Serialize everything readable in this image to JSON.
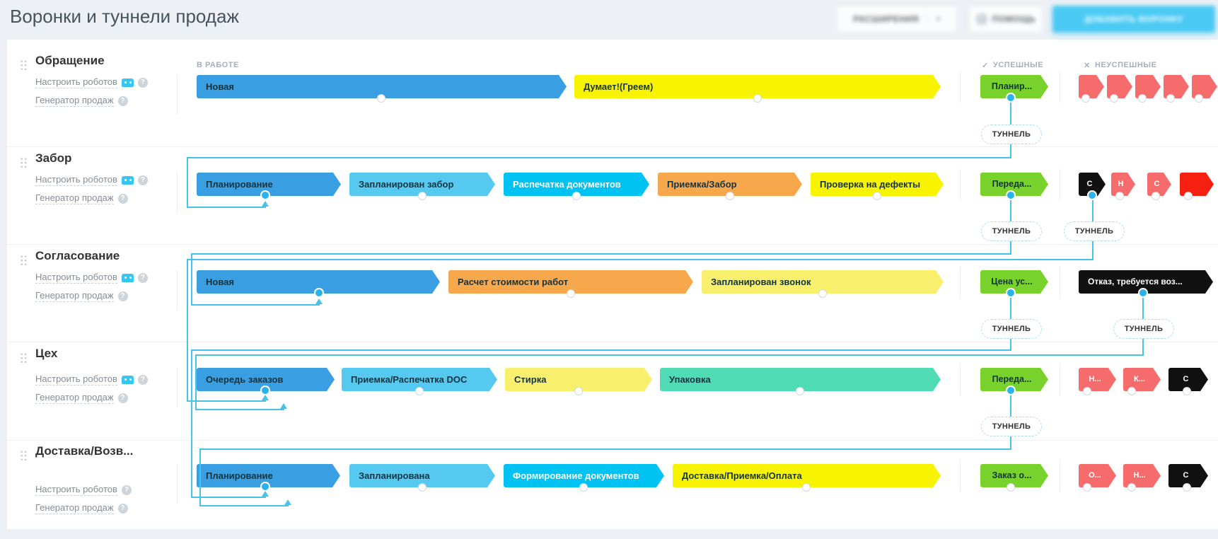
{
  "header": {
    "title": "Воронки и туннели продаж",
    "actions": [
      {
        "label": "Расширения",
        "blurred": true
      },
      {
        "label": "Помощь",
        "blurred": true
      },
      {
        "label": "Добавить воронку",
        "blurred": true
      }
    ]
  },
  "icons": {
    "check": "✓",
    "cross": "✕",
    "help": "?",
    "caret": "▾"
  },
  "columns": {
    "in_progress": "В РАБОТЕ",
    "successful": "УСПЕШНЫЕ",
    "unsuccessful": "НЕУСПЕШНЫЕ"
  },
  "tunnel_label": "ТУННЕЛЬ",
  "colors": {
    "tunnel_line": "#47c3eb",
    "tunnel_dot": "#29b2eb",
    "success_green": "#79d22b",
    "fail_red": "#f66b6b",
    "fail_red_bright": "#f5200f",
    "fail_black": "#111111",
    "stage_blue": "#3a9fe2",
    "stage_light_blue": "#55c9f0",
    "stage_cyan": "#00c3f3",
    "stage_orange": "#f7a84d",
    "stage_yellow": "#f8f400",
    "stage_pale_yellow": "#f8ef6d",
    "stage_mint": "#4fdcb4",
    "primary_button": "#49c9f3"
  },
  "funnels": [
    {
      "title": "Обращение",
      "robots_label": "Настроить роботов",
      "generator_label": "Генератор продаж",
      "has_robot_icon": true,
      "stages": [
        {
          "label": "Новая",
          "color": "#3a9fe2"
        },
        {
          "label": "Думает!(Греем)",
          "color": "#f8f400"
        }
      ],
      "success": {
        "label": "Планир...",
        "color": "#79d22b",
        "tunnel": true
      },
      "fail": [
        {
          "label": "",
          "color": "#f66b6b"
        },
        {
          "label": "",
          "color": "#f66b6b"
        },
        {
          "label": "",
          "color": "#f66b6b"
        },
        {
          "label": "",
          "color": "#f66b6b"
        },
        {
          "label": "",
          "color": "#f66b6b"
        }
      ]
    },
    {
      "title": "Забор",
      "robots_label": "Настроить роботов",
      "generator_label": "Генератор продаж",
      "has_robot_icon": true,
      "stages": [
        {
          "label": "Планирование",
          "color": "#3a9fe2"
        },
        {
          "label": "Запланирован забор",
          "color": "#55c9f0"
        },
        {
          "label": "Распечатка документов",
          "color": "#00c3f3"
        },
        {
          "label": "Приемка/Забор",
          "color": "#f7a84d"
        },
        {
          "label": "Проверка на дефекты",
          "color": "#f8f400"
        }
      ],
      "success": {
        "label": "Переда...",
        "color": "#79d22b",
        "tunnel": true
      },
      "fail": [
        {
          "label": "С",
          "color": "#111111",
          "tunnel": true
        },
        {
          "label": "Н",
          "color": "#f66b6b"
        },
        {
          "label": "С",
          "color": "#f66b6b"
        },
        {
          "label": "",
          "color": "#f5200f"
        }
      ]
    },
    {
      "title": "Согласование",
      "robots_label": "Настроить роботов",
      "generator_label": "Генератор продаж",
      "has_robot_icon": true,
      "stages": [
        {
          "label": "Новая",
          "color": "#3a9fe2"
        },
        {
          "label": "Расчет стоимости работ",
          "color": "#f7a84d"
        },
        {
          "label": "Запланирован звонок",
          "color": "#f8ef6d"
        }
      ],
      "success": {
        "label": "Цена ус...",
        "color": "#79d22b",
        "tunnel": true
      },
      "fail": [
        {
          "label": "Отказ, требуется воз...",
          "color": "#111111",
          "tunnel": true
        }
      ]
    },
    {
      "title": "Цех",
      "robots_label": "Настроить роботов",
      "generator_label": "Генератор продаж",
      "has_robot_icon": true,
      "stages": [
        {
          "label": "Очередь заказов",
          "color": "#3a9fe2"
        },
        {
          "label": "Приемка/Распечатка DOC",
          "color": "#55c9f0"
        },
        {
          "label": "Стирка",
          "color": "#f8ef6d"
        },
        {
          "label": "Упаковка",
          "color": "#4fdcb4"
        }
      ],
      "success": {
        "label": "Переда...",
        "color": "#79d22b",
        "tunnel": true
      },
      "fail": [
        {
          "label": "Н...",
          "color": "#f66b6b"
        },
        {
          "label": "К...",
          "color": "#f66b6b"
        },
        {
          "label": "С",
          "color": "#111111"
        }
      ]
    },
    {
      "title": "Доставка/Возв...",
      "robots_label": "Настроить роботов",
      "generator_label": "Генератор продаж",
      "has_robot_icon": false,
      "stages": [
        {
          "label": "Планирование",
          "color": "#3a9fe2"
        },
        {
          "label": "Запланирована",
          "color": "#55c9f0"
        },
        {
          "label": "Формирование документов",
          "color": "#00c3f3"
        },
        {
          "label": "Доставка/Приемка/Оплата",
          "color": "#f8f400"
        }
      ],
      "success": {
        "label": "Заказ о...",
        "color": "#79d22b",
        "tunnel": false
      },
      "fail": [
        {
          "label": "О...",
          "color": "#f66b6b"
        },
        {
          "label": "Н...",
          "color": "#f66b6b"
        },
        {
          "label": "С",
          "color": "#111111"
        }
      ]
    }
  ]
}
